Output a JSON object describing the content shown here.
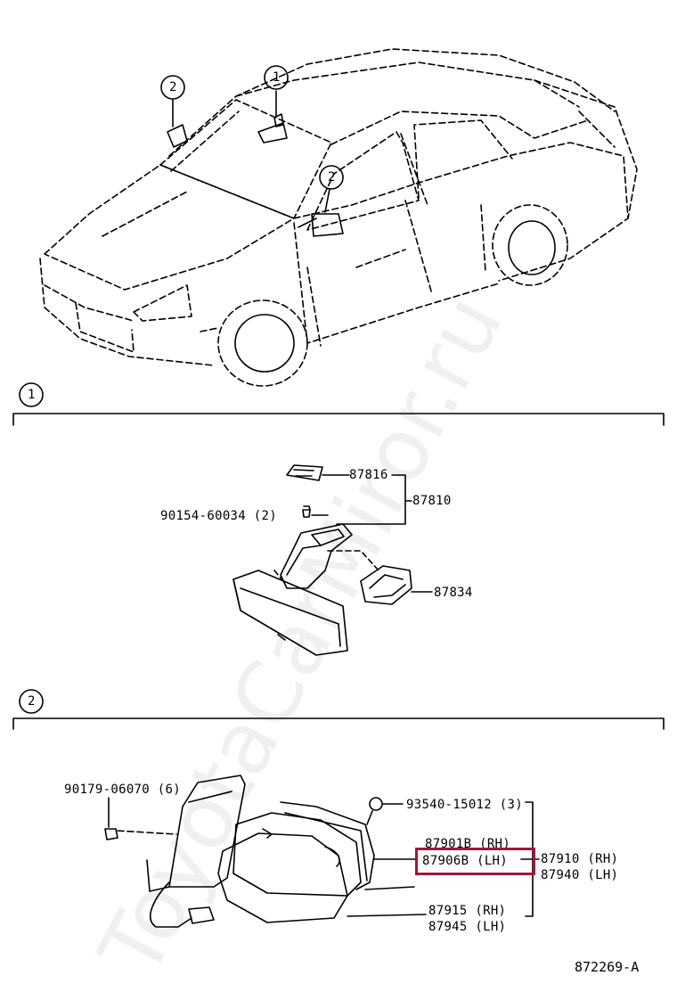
{
  "watermark": "ToyotaCarMiror.ru",
  "sections": [
    {
      "number": "1"
    },
    {
      "number": "2"
    }
  ],
  "callouts": {
    "mirror_top": "1",
    "mirror_left": "2",
    "mirror_door": "2"
  },
  "section1_labels": {
    "part_87816": "87816",
    "part_87810": "87810",
    "bolt": "90154-60034 (2)",
    "part_87834": "87834"
  },
  "section2_labels": {
    "screw": "90179-06070 (6)",
    "clip": "93540-15012 (3)",
    "glass_rh": "87901B (RH)",
    "glass_lh": "87906B (LH)",
    "assy_rh": "87910 (RH)",
    "assy_lh": "87940 (LH)",
    "cover_rh": "87915 (RH)",
    "cover_lh": "87945 (LH)"
  },
  "highlight_color": "#a4163a",
  "diagram_ref": "872269-A"
}
